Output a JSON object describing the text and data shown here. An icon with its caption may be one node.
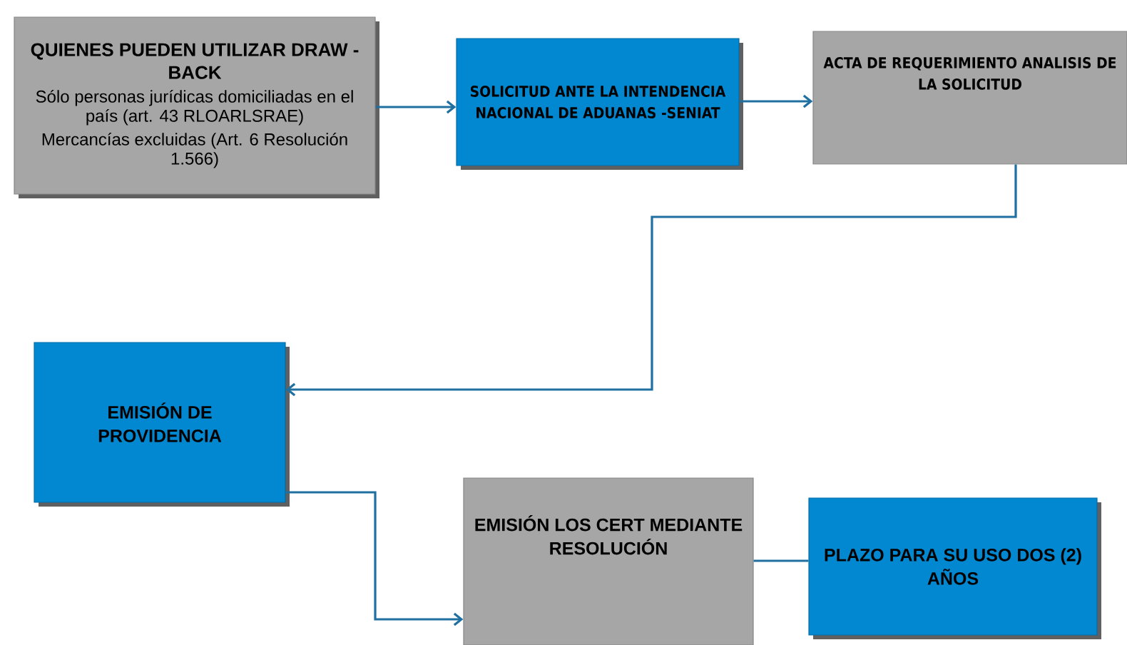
{
  "diagram": {
    "nodes": [
      {
        "text": [
          "QUIENES PUEDEN UTILIZAR DRAW - BACK",
          "Sólo personas jurídicas domiciliadas  en el país (art. 43 RLOARLSRAE)",
          "Mercancías excluidas (Art. 6 Resolución 1.566)"
        ]
      },
      {
        "text": [
          "SOLICITUD ANTE LA INTENDENCIA NACIONAL DE ADUANAS -SENIAT"
        ]
      },
      {
        "text": [
          "ACTA DE REQUERIMIENTO ANALISIS DE LA SOLICITUD"
        ]
      },
      {
        "text": [
          "EMISIÓN DE PROVIDENCIA"
        ]
      },
      {
        "text": [
          "EMISIÓN LOS CERT MEDIANTE RESOLUCIÓN"
        ]
      },
      {
        "text": [
          "PLAZO  PARA SU USO DOS (2) AÑOS"
        ]
      }
    ],
    "edges": [
      {
        "from": 0,
        "to": 1,
        "arrow": "to"
      },
      {
        "from": 1,
        "to": 2,
        "arrow": "to"
      },
      {
        "from": 2,
        "to": 3,
        "arrow": "to"
      },
      {
        "from": 3,
        "to": 4,
        "arrow": "to"
      },
      {
        "from": 4,
        "to": 5,
        "arrow": "none"
      }
    ]
  }
}
